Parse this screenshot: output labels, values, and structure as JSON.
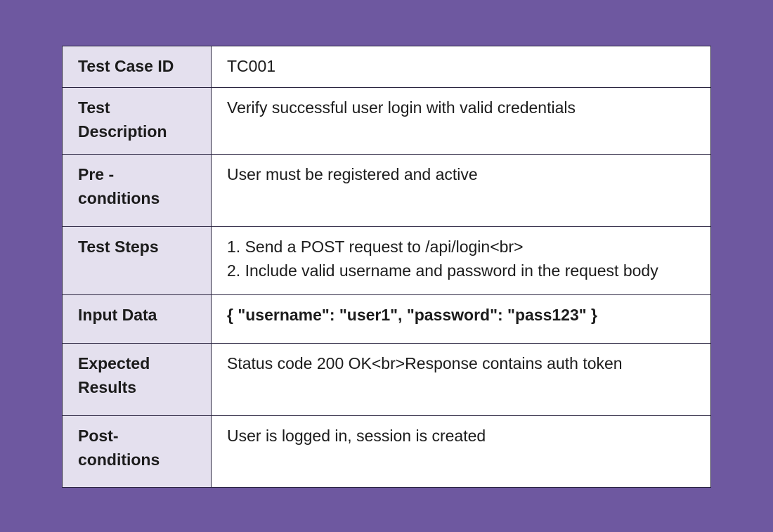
{
  "rows": [
    {
      "label": "Test Case ID",
      "value_lines": [
        "TC001"
      ]
    },
    {
      "label": "Test Description",
      "value_lines": [
        "Verify successful user login with valid credentials"
      ]
    },
    {
      "label": "Pre - conditions",
      "value_lines": [
        "User must be registered and active"
      ]
    },
    {
      "label": "Test Steps",
      "value_lines": [
        "1. Send a POST request to /api/login<br>",
        "2. Include valid username and password in the request body"
      ]
    },
    {
      "label": "Input Data",
      "value_lines": [
        "{ \"username\": \"user1\", \"password\": \"pass123\" }"
      ]
    },
    {
      "label": "Expected Results",
      "value_lines": [
        "Status code 200 OK<br>Response contains auth token"
      ]
    },
    {
      "label": "Post- conditions",
      "value_lines": [
        "User is logged in, session is created"
      ]
    }
  ],
  "colors": {
    "background": "#6e58a0",
    "label_cell": "#e4e0ee",
    "value_cell": "#ffffff",
    "border": "#2a2440"
  }
}
